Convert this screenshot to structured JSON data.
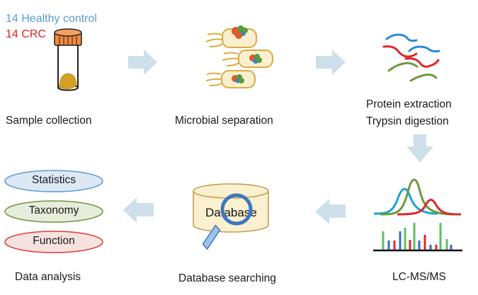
{
  "groups": {
    "healthy": {
      "label": "14 Healthy control",
      "color": "#5b9bd5"
    },
    "crc": {
      "label": "14 CRC",
      "color": "#e02020"
    }
  },
  "steps": [
    {
      "id": "sample-collection",
      "label": "Sample collection"
    },
    {
      "id": "microbial-separation",
      "label": "Microbial separation"
    },
    {
      "id": "protein-extraction",
      "label": "Protein extraction",
      "label2": "Trypsin digestion"
    },
    {
      "id": "lc-ms-ms",
      "label": "LC-MS/MS"
    },
    {
      "id": "database-searching",
      "label": "Database searching",
      "icon_text": "Database"
    },
    {
      "id": "data-analysis",
      "label": "Data analysis"
    }
  ],
  "analysis_items": [
    {
      "label": "Statistics",
      "border": "#5b9bd5",
      "fill": "#dce9f5"
    },
    {
      "label": "Taxonomy",
      "border": "#70943c",
      "fill": "#e6eedb"
    },
    {
      "label": "Function",
      "border": "#e03c3c",
      "fill": "#f8e2e0"
    }
  ],
  "colors": {
    "arrow": "#cde0ea",
    "tube_cap": "#f08a3c",
    "sample": "#d4a028",
    "cell_fill": "#fbefcf",
    "cell_border": "#e0aa3a",
    "db_fill": "#fbf0cf",
    "db_border": "#c09a4a",
    "magnifier": "#3b78c0",
    "magnifier_handle": "#9cc4e8",
    "peptide_blue": "#2a8ad4",
    "peptide_red": "#e02828",
    "peptide_green": "#6a9a3a",
    "ms_cyan": "#1aa4d4",
    "ms_green": "#6a9a3a",
    "ms_red": "#e02828"
  }
}
